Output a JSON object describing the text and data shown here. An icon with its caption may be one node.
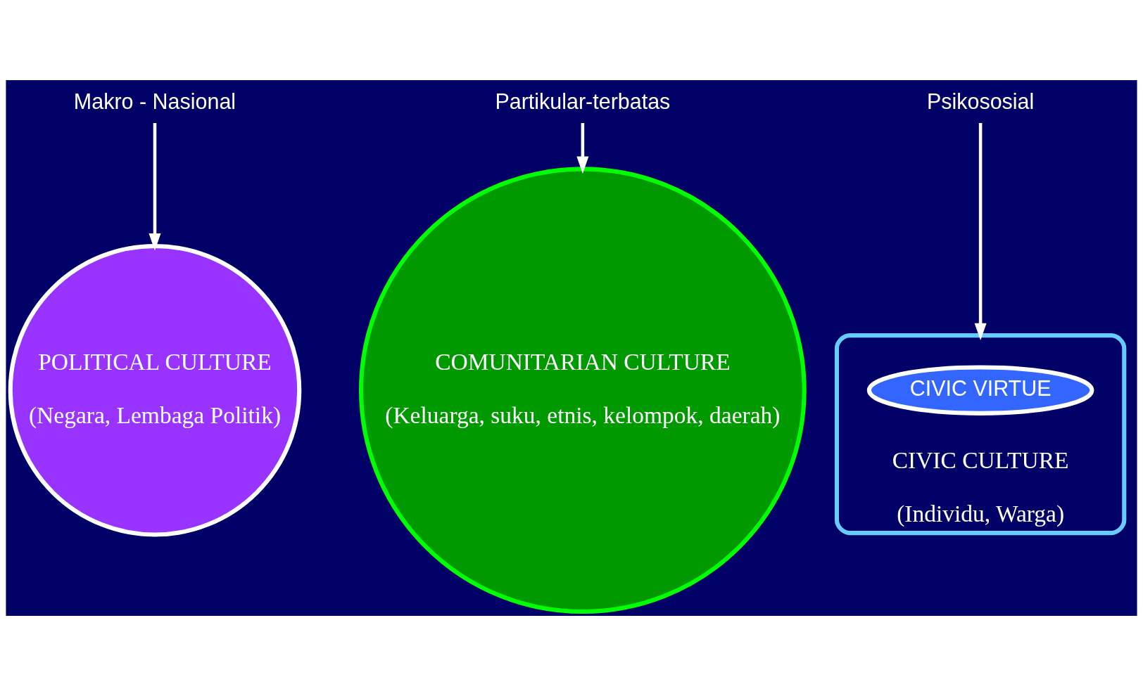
{
  "diagram": {
    "nodes": [
      {
        "text": [
          "POLITICAL CULTURE",
          "(Negara, Lembaga Politik)"
        ]
      },
      {
        "text": [
          "COMUNITARIAN CULTURE",
          "(Keluarga, suku, etnis, kelompok, daerah)"
        ]
      },
      {
        "text": [
          "CIVIC CULTURE",
          "(Individu, Warga)"
        ]
      },
      {
        "text": [
          "CIVIC VIRTUE"
        ],
        "in": 2
      },
      {
        "text": [
          "Partikular-terbatas"
        ]
      },
      {
        "text": [
          "Makro - Nasional"
        ]
      },
      {
        "text": [
          "Psikososial"
        ]
      }
    ],
    "edges": [
      {
        "from": 4,
        "to": 1,
        "arrow": "to"
      },
      {
        "from": 5,
        "to": 0,
        "arrow": "to"
      },
      {
        "from": 6,
        "to": 2,
        "arrow": "to"
      }
    ]
  }
}
